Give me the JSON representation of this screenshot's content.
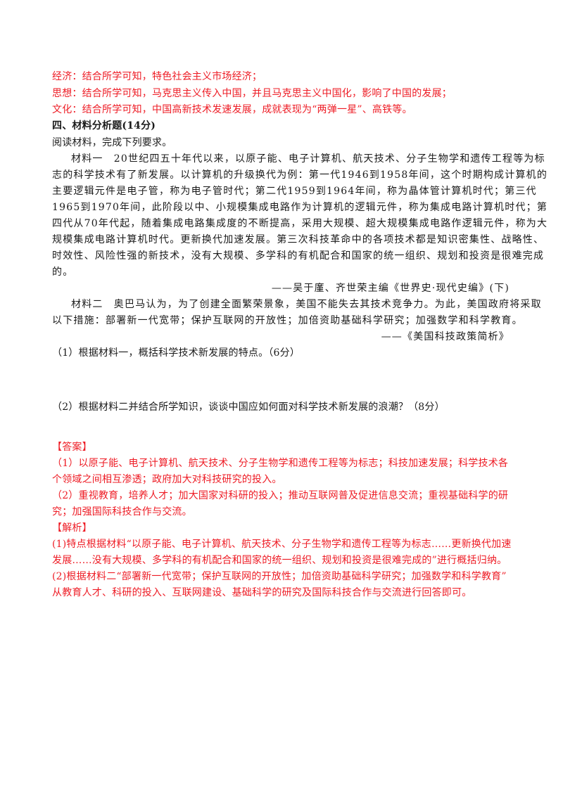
{
  "prev_answer": {
    "economy": "经济：结合所学可知，特色社会主义市场经济；",
    "thought": "思想：结合所学可知，马克思主义传入中国，并且马克思主义中国化，影响了中国的发展；",
    "culture": "文化：结合所学可知，中国高新技术发速发展，成就表现为“两弹一星”、高铁等。"
  },
  "section": {
    "title": "四、材料分析题(14分)"
  },
  "question": {
    "instruction": "阅读材料，完成下列要求。",
    "material1": {
      "lines": [
        "材料一　20世纪四五十年代以来，以原子能、电子计算机、航天技术、分子生物学和遗传工程等为标",
        "志的科学技术有了新发展。以计算机的升级换代为例：第一代1946到1958年间，这个时期构成计算机的",
        "主要逻辑元件是电子管，称为电子管时代；第二代1959到1964年间，称为晶体管计算机时代；第三代",
        "1965到1970年间，此阶段以中、小规模集成电路作为计算机的逻辑元件，称为集成电路计算机时代；第",
        "四代从70年代起，随着集成电路集成度的不断提高，采用大规模、超大规模集成电路作逻辑元件，称为大",
        "规模集成电路计算机时代。更新换代加速发展。第三次科技革命中的各项技术都是知识密集性、战略性、",
        "时效性、风险性强的新技术，没有大规模、多学科的有机配合和国家的统一组织、规划和投资是很难完成",
        "的。"
      ],
      "source": "——吴于廑、齐世荣主编《世界史·现代史编》(下)"
    },
    "material2": {
      "lines": [
        "材料二　奥巴马认为，为了创建全面繁荣景象，美国不能失去其技术竞争力。为此，美国政府将采取",
        "以下措施：部署新一代宽带；保护互联网的开放性；加倍资助基础科学研究；加强数学和科学教育。"
      ],
      "source": "——《美国科技政策简析》"
    },
    "sub1": "（1）根据材料一，概括科学技术新发展的特点。（6分）",
    "sub2": "（2）根据材料二并结合所学知识，谈谈中国应如何面对科学技术新发展的浪潮？（8分）"
  },
  "answer": {
    "label": "【答案】",
    "lines": [
      "（1）以原子能、电子计算机、航天技术、分子生物学和遗传工程等为标志；科技加速发展；科学技术各",
      "个领域之间相互渗透；政府加大对科技研究的投入。",
      "（2）重视教育，培养人才；加大国家对科研的投入；推动互联网普及促进信息交流；重视基础科学的研",
      "究；加强国际科技合作与交流。"
    ]
  },
  "analysis": {
    "label": "【解析】",
    "lines": [
      "(1)特点根据材料“以原子能、电子计算机、航天技术、分子生物学和遗传工程等为标志……更新换代加速",
      "发展……没有大规模、多学科的有机配合和国家的统一组织、规划和投资是很难完成的”进行概括归纳。",
      "(2)根据材料二“部署新一代宽带；保护互联网的开放性；加倍资助基础科学研究；加强数学和科学教育”",
      "从教育人才、科研的投入、互联网建设、基础科学的研究及国际科技合作与交流进行回答即可。"
    ]
  },
  "colors": {
    "answer_red": "#ee1c25",
    "body_text": "#1a1a1a"
  }
}
